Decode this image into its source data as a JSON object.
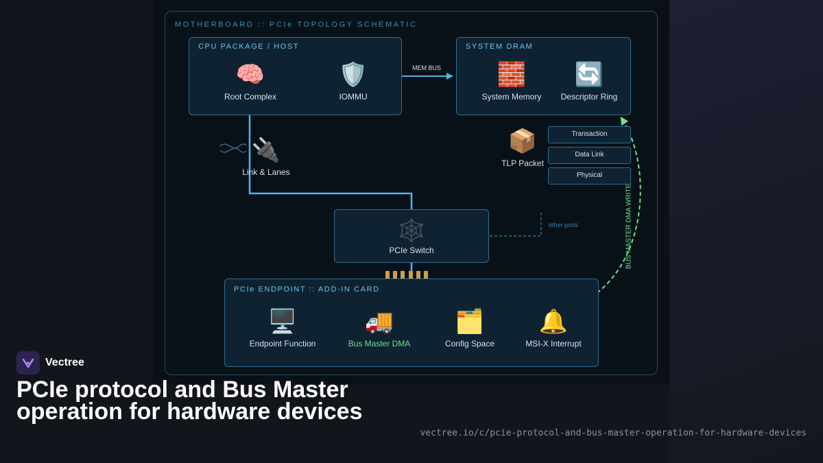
{
  "board": {
    "title": "MOTHERBOARD :: PCIe TOPOLOGY SCHEMATIC"
  },
  "cpu": {
    "title": "CPU PACKAGE / HOST",
    "nodes": [
      {
        "icon": "🧠",
        "label": "Root Complex"
      },
      {
        "icon": "🛡️",
        "label": "IOMMU"
      }
    ]
  },
  "dram": {
    "title": "SYSTEM DRAM",
    "nodes": [
      {
        "icon": "🧱",
        "label": "System Memory"
      },
      {
        "icon": "🔄",
        "label": "Descriptor Ring"
      }
    ]
  },
  "mem_bus_label": "MEM BUS",
  "link": {
    "icon": "🔌",
    "label": "Link & Lanes"
  },
  "tlp": {
    "icon": "📦",
    "label": "TLP Packet",
    "layers": [
      "Transaction",
      "Data Link",
      "Physical"
    ]
  },
  "switch": {
    "icon": "🕸️",
    "label": "PCIe Switch"
  },
  "other_ports_label": "other ports",
  "dma_write_label": "BUS MASTER DMA WRITE",
  "endpoint": {
    "title": "PCIe ENDPOINT :: ADD-IN CARD",
    "nodes": [
      {
        "icon": "🖥️",
        "label": "Endpoint Function"
      },
      {
        "icon": "🚚",
        "label": "Bus Master DMA"
      },
      {
        "icon": "🗂️",
        "label": "Config Space"
      },
      {
        "icon": "🔔",
        "label": "MSI-X Interrupt"
      }
    ]
  },
  "colors": {
    "wire": "#4fb4ec",
    "dma_path": "#6fe08e",
    "pins": "#c8a046"
  },
  "footer": {
    "brand": "Vectree",
    "title": "PCIe protocol and Bus Master operation for hardware devices",
    "url": "vectree.io/c/pcie-protocol-and-bus-master-operation-for-hardware-devices"
  }
}
